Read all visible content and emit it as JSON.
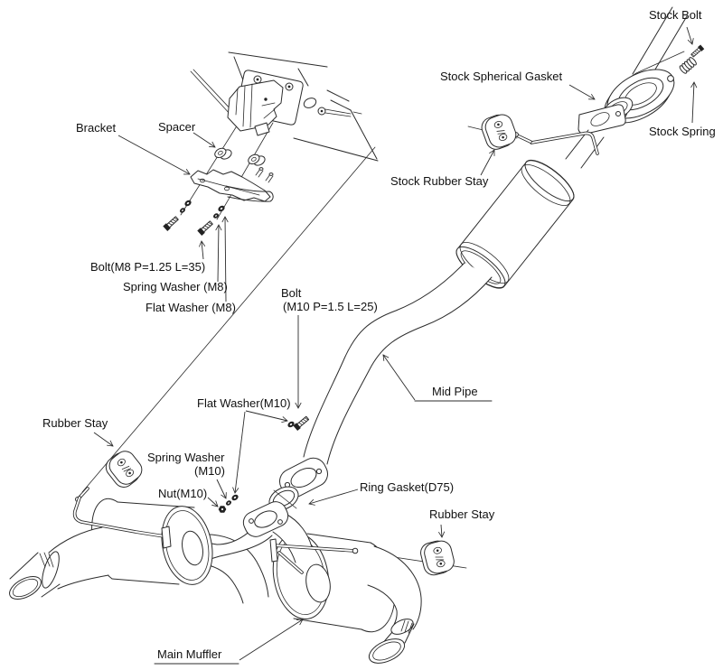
{
  "diagram_type": "exhaust-system-exploded-parts-diagram",
  "colors": {
    "background": "#ffffff",
    "line": "#2b2b2b",
    "text": "#111111",
    "hardware_fill": "#222222"
  },
  "labels": {
    "stock_bolt": "Stock Bolt",
    "stock_spherical_gasket": "Stock Spherical Gasket",
    "stock_spring": "Stock Spring",
    "stock_rubber_stay": "Stock Rubber Stay",
    "bracket": "Bracket",
    "spacer": "Spacer",
    "bolt_m8": "Bolt(M8 P=1.25 L=35)",
    "spring_washer_m8": "Spring Washer (M8)",
    "flat_washer_m8": "Flat Washer (M8)",
    "bolt_m10_line1": "Bolt",
    "bolt_m10_line2": "(M10 P=1.5 L=25)",
    "mid_pipe": "Mid Pipe",
    "flat_washer_m10": "Flat Washer(M10)",
    "rubber_stay_left": "Rubber Stay",
    "spring_washer_m10_line1": "Spring Washer",
    "spring_washer_m10_line2": "(M10)",
    "nut_m10": "Nut(M10)",
    "ring_gasket": "Ring Gasket(D75)",
    "rubber_stay_right": "Rubber Stay",
    "main_muffler": "Main Muffler"
  }
}
